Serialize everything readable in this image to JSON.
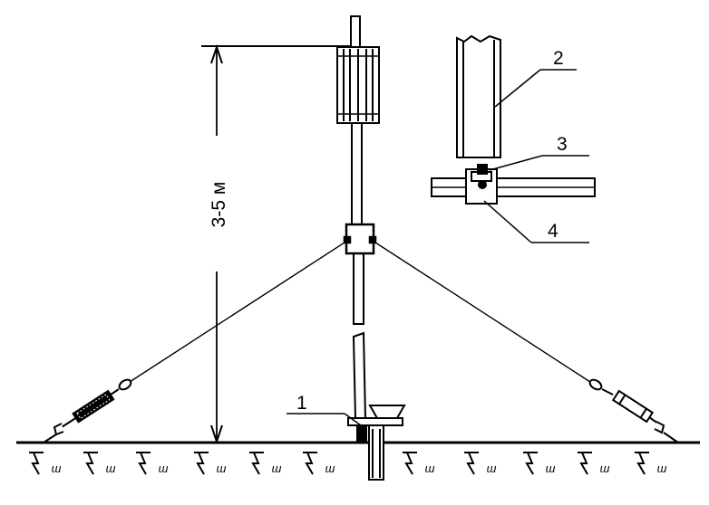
{
  "dimension_label": "3-5 м",
  "callouts": [
    {
      "id": "1",
      "text": "1"
    },
    {
      "id": "2",
      "text": "2"
    },
    {
      "id": "3",
      "text": "3"
    },
    {
      "id": "4",
      "text": "4"
    }
  ],
  "ground_mark": "ш"
}
